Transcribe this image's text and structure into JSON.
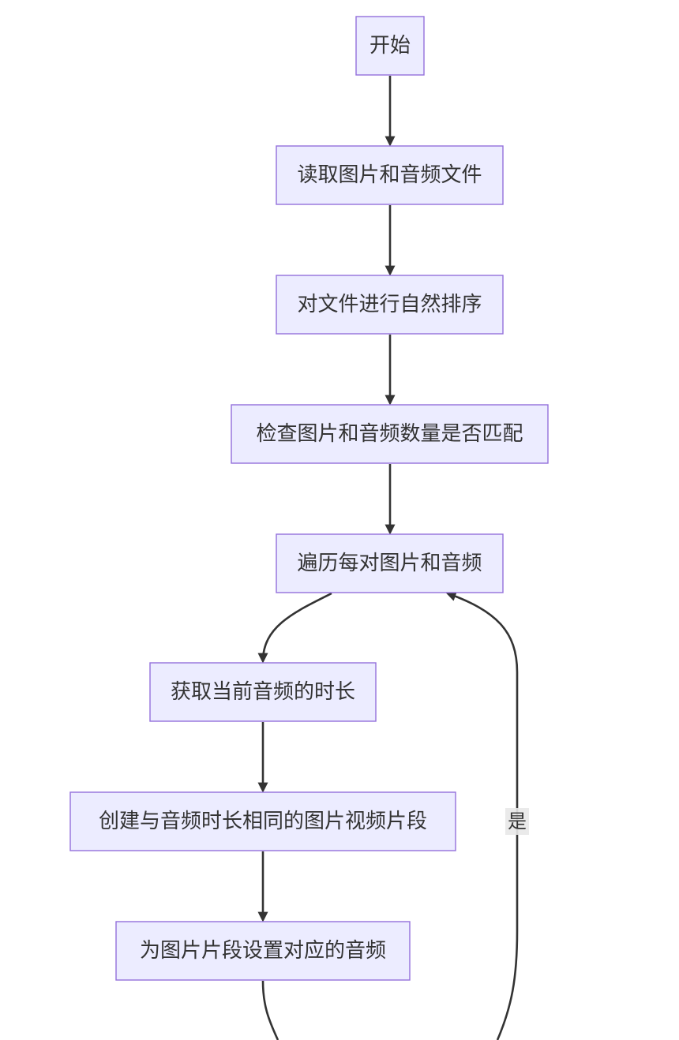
{
  "diagram": {
    "type": "flowchart",
    "nodes": [
      {
        "id": "start",
        "label": "开始"
      },
      {
        "id": "read",
        "label": "读取图片和音频文件"
      },
      {
        "id": "sort",
        "label": "对文件进行自然排序"
      },
      {
        "id": "check",
        "label": "检查图片和音频数量是否匹配"
      },
      {
        "id": "loop",
        "label": "遍历每对图片和音频"
      },
      {
        "id": "duration",
        "label": "获取当前音频的时长"
      },
      {
        "id": "create",
        "label": "创建与音频时长相同的图片视频片段"
      },
      {
        "id": "set",
        "label": "为图片片段设置对应的音频"
      }
    ],
    "edges": [
      {
        "from": "start",
        "to": "read",
        "label": ""
      },
      {
        "from": "read",
        "to": "sort",
        "label": ""
      },
      {
        "from": "sort",
        "to": "check",
        "label": ""
      },
      {
        "from": "check",
        "to": "loop",
        "label": ""
      },
      {
        "from": "loop",
        "to": "duration",
        "label": ""
      },
      {
        "from": "duration",
        "to": "create",
        "label": ""
      },
      {
        "from": "create",
        "to": "set",
        "label": ""
      },
      {
        "from": "set",
        "to": "offscreen",
        "label": ""
      },
      {
        "from": "offscreen",
        "to": "loop",
        "label": "是"
      }
    ],
    "colors": {
      "node_fill": "#ececff",
      "node_stroke": "#9370db",
      "edge": "#333333",
      "text": "#333333"
    }
  }
}
